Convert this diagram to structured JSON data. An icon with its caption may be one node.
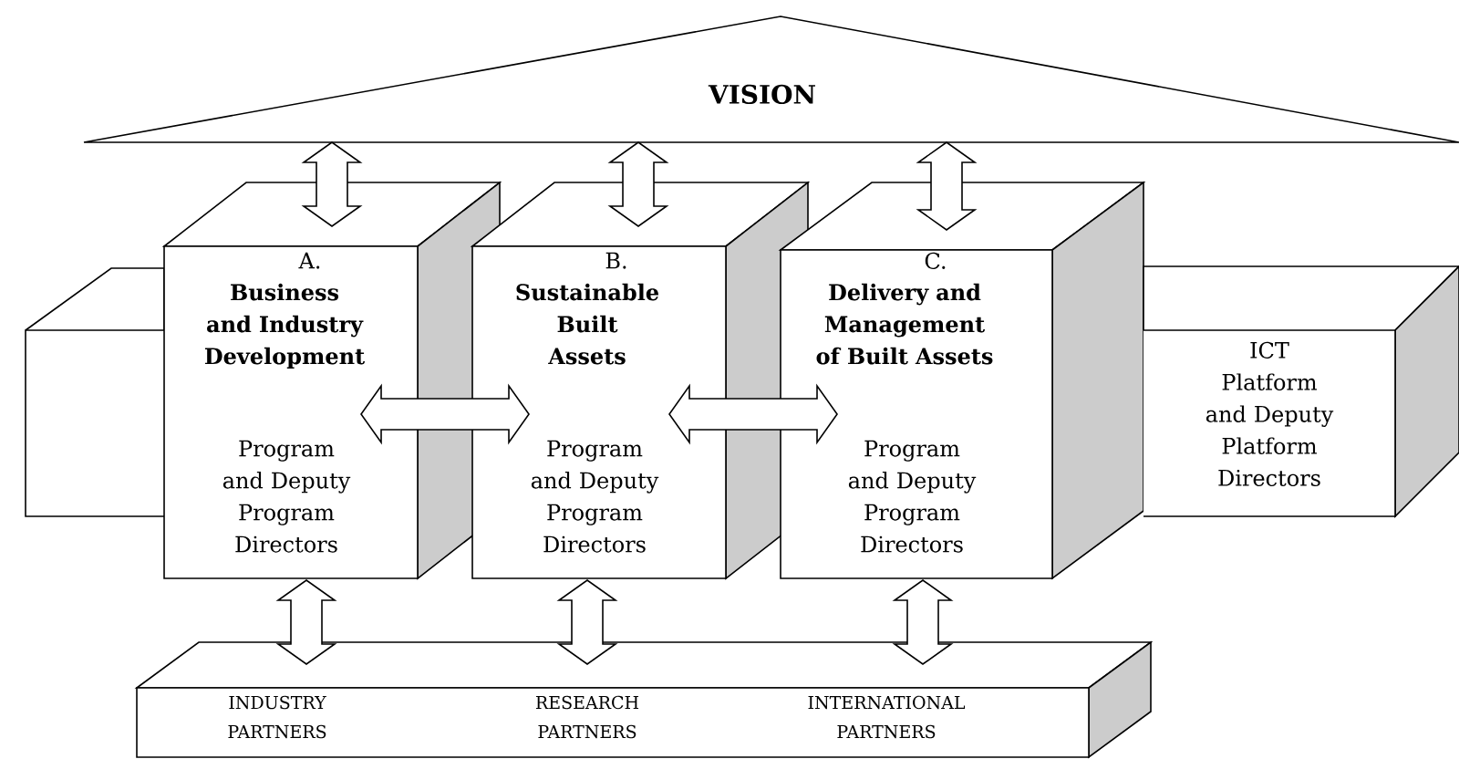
{
  "diagram": {
    "nodes": [
      {
        "text": [
          "VISION"
        ]
      },
      {
        "text": [],
        "shape": "box"
      },
      {
        "text": [
          "A.",
          "Business and Industry Development",
          "Program and Deputy Program Directors"
        ]
      },
      {
        "text": [
          "B.",
          "Sustainable Built Assets",
          "Program and Deputy Program Directors"
        ]
      },
      {
        "text": [
          "C.",
          "Delivery and Management of Built Assets",
          "Program and Deputy Program Directors"
        ]
      },
      {
        "text": [
          "ICT Platform and Deputy Platform Directors"
        ]
      },
      {
        "text": [
          "INDUSTRY PARTNERS",
          "RESEARCH PARTNERS",
          "INTERNATIONAL PARTNERS"
        ]
      }
    ],
    "edges": [
      {
        "from": 0,
        "to": 2,
        "arrow": "both"
      },
      {
        "from": 0,
        "to": 3,
        "arrow": "both"
      },
      {
        "from": 0,
        "to": 4,
        "arrow": "both"
      },
      {
        "from": 2,
        "to": 3,
        "arrow": "both"
      },
      {
        "from": 3,
        "to": 4,
        "arrow": "both"
      },
      {
        "from": 2,
        "to": 6,
        "arrow": "both"
      },
      {
        "from": 3,
        "to": 6,
        "arrow": "both"
      },
      {
        "from": 4,
        "to": 6,
        "arrow": "both"
      }
    ]
  }
}
